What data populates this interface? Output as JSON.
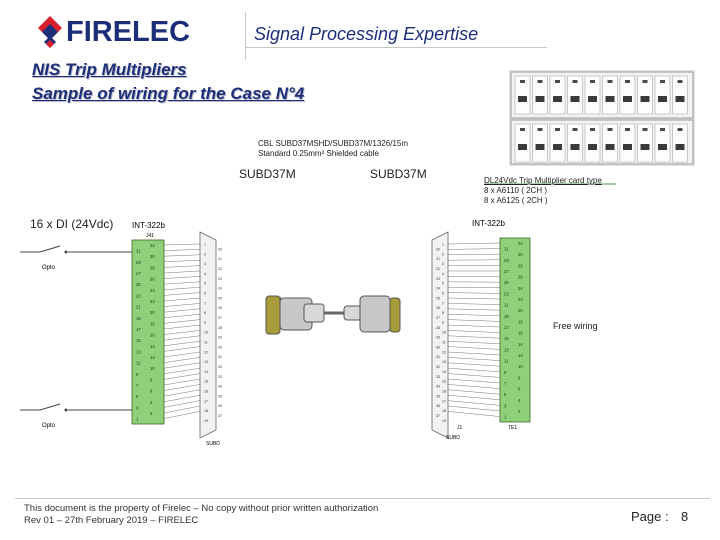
{
  "header": {
    "brand": "FIRELEC",
    "tagline": "Signal Processing Expertise"
  },
  "title": {
    "line1": "NIS Trip Multipliers",
    "line2": "Sample of wiring for the Case N°4"
  },
  "cable": {
    "line1": "CBL SUBD37MSHD/SUBD37M/1326/15m",
    "line2": "Standard 0.25mm² Shielded cable"
  },
  "connectors": {
    "left": "SUBD37M",
    "right": "SUBD37M"
  },
  "dl_card": {
    "line1": "DL24Vdc Trip Multiplier card type",
    "line2": "8 x A6110 ( 2CH )",
    "line3": "8 x A6125 ( 2CH )"
  },
  "di_label": "16 x DI (24Vdc)",
  "interface": {
    "left": "INT-322b",
    "right": "INT-322b",
    "left_j": "J41",
    "right_j": "J1",
    "right_te": "TE1",
    "left_bottom": "SUBD",
    "right_bottom": "SUBD"
  },
  "wiring_note": "Free wiring",
  "opto": {
    "label1": "Opto",
    "label2": "Opto"
  },
  "pinout": {
    "left_green": [
      "32",
      "31",
      "30",
      "29",
      "28",
      "27",
      "26",
      "25",
      "24",
      "23",
      "22",
      "21",
      "20",
      "19",
      "18",
      "17",
      "16",
      "15",
      "14",
      "13",
      "12",
      "11",
      "10",
      "9",
      "8",
      "7",
      "6",
      "5",
      "4",
      "3",
      "2",
      "1"
    ],
    "right_green": [
      "32",
      "31",
      "30",
      "29",
      "28",
      "27",
      "26",
      "25",
      "24",
      "23",
      "22",
      "21",
      "20",
      "19",
      "18",
      "17",
      "16",
      "15",
      "14",
      "13",
      "12",
      "11",
      "10",
      "9",
      "8",
      "7",
      "6",
      "5",
      "4",
      "3",
      "2",
      "1"
    ],
    "subd_pins": [
      "1",
      "20",
      "2",
      "21",
      "3",
      "22",
      "4",
      "23",
      "5",
      "24",
      "6",
      "25",
      "7",
      "26",
      "8",
      "27",
      "9",
      "28",
      "10",
      "29",
      "11",
      "30",
      "12",
      "31",
      "13",
      "32",
      "14",
      "33",
      "15",
      "34",
      "16",
      "35",
      "17",
      "36",
      "18",
      "37",
      "19"
    ]
  },
  "footer": {
    "line1": "This document is the property of Firelec – No copy without prior written authorization",
    "line2": "Rev 01 – 27th February 2019 – FIRELEC",
    "page_label": "Page :",
    "page_number": "8"
  },
  "colors": {
    "brand_blue": "#1d2e78",
    "logo_red": "#d8202a",
    "terminal_green": "#8fd07a",
    "connector_gray": "#c8c8c8",
    "connector_olive": "#a89b3a"
  }
}
